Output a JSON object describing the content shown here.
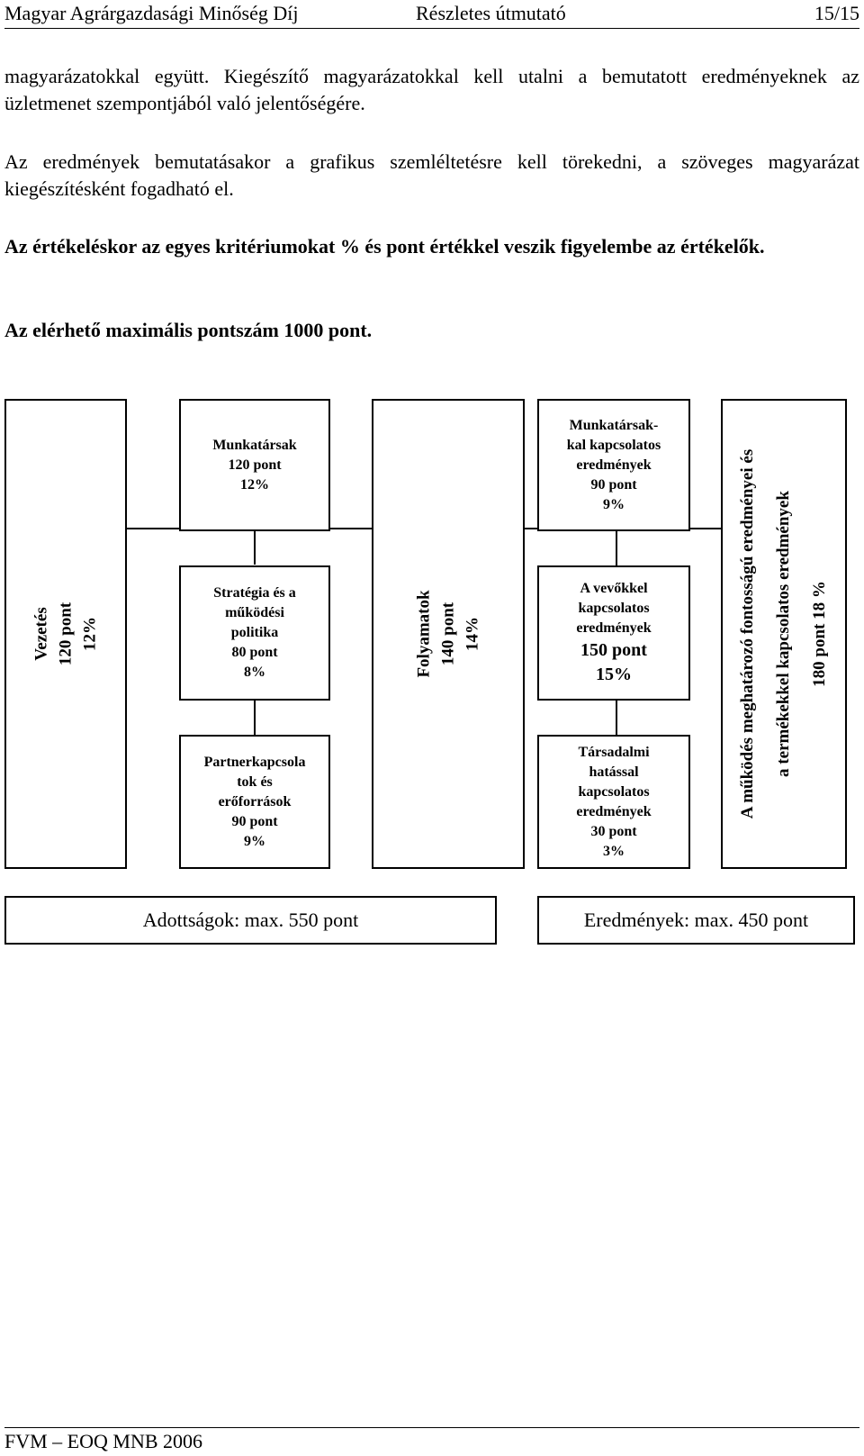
{
  "header": {
    "left": "Magyar Agrárgazdasági Minőség Díj",
    "center": "Részletes útmutató",
    "right": "15/15"
  },
  "paragraphs": {
    "p1": "magyarázatokkal együtt. Kiegészítő magyarázatokkal kell utalni a bemutatott eredményeknek az üzletmenet szempontjából való jelentőségére.",
    "p2": "Az eredmények bemutatásakor a grafikus szemléltetésre kell törekedni, a szöveges magyarázat kiegészítésként fogadható el.",
    "p3": "Az értékeléskor az egyes kritériumokat % és pont értékkel veszik figyelembe az értékelők.",
    "p4": "Az elérhető maximális pontszám 1000 pont."
  },
  "diagram": {
    "vezetes": {
      "l1": "Vezetés",
      "l2": "120 pont",
      "l3": "12%"
    },
    "munkatarsak": {
      "l1": "Munkatársak",
      "l2": "120 pont",
      "l3": "12%"
    },
    "strategia": {
      "l1": "Stratégia és a",
      "l2": "működési",
      "l3": "politika",
      "l4": "80 pont",
      "l5": "8%"
    },
    "partner": {
      "l1": "Partnerkapcsola",
      "l2": "tok és",
      "l3": "erőforrások",
      "l4": "90 pont",
      "l5": "9%"
    },
    "folyamatok": {
      "l1": "Folyamatok",
      "l2": "140 pont",
      "l3": "14%"
    },
    "munk_eredm": {
      "l1": "Munkatársak-",
      "l2": "kal kapcsolatos",
      "l3": "eredmények",
      "l4": "90 pont",
      "l5": "9%"
    },
    "vevo": {
      "l1": "A vevőkkel",
      "l2": "kapcsolatos",
      "l3": "eredmények",
      "l4": "150 pont",
      "l5": "15%"
    },
    "tarsadalmi": {
      "l1": "Társadalmi",
      "l2": "hatással",
      "l3": "kapcsolatos",
      "l4": "eredmények",
      "l5": "30 pont",
      "l6": "3%"
    },
    "mukodes": {
      "l1": "A működés meghatározó fontosságú eredményei és",
      "l2": "a termékekkel kapcsolatos eredmények",
      "l3": "180 pont  18 %"
    },
    "adottsagok": "Adottságok: max. 550 pont",
    "eredmenyek": "Eredmények: max. 450 pont"
  },
  "footer": {
    "text": "FVM – EOQ MNB 2006"
  }
}
